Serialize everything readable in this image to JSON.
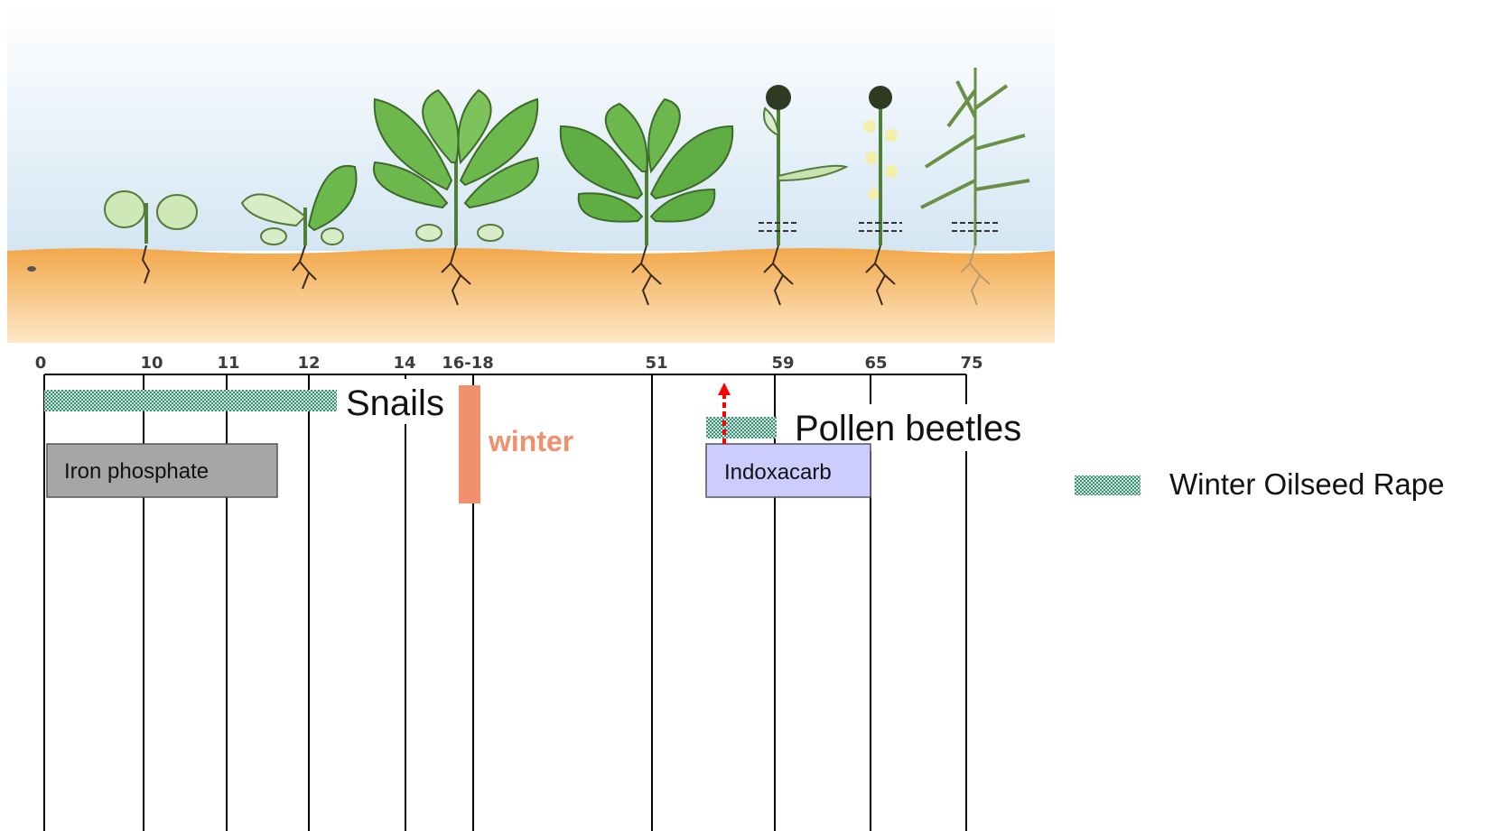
{
  "stages": [
    "0",
    "10",
    "11",
    "12",
    "14",
    "16-18",
    "51",
    "59",
    "65",
    "75"
  ],
  "pests": {
    "snails": "Snails",
    "pollen_beetles": "Pollen beetles"
  },
  "treatments": {
    "iron_phosphate": "Iron phosphate",
    "indoxacarb": "Indoxacarb"
  },
  "winter": {
    "label": "winter",
    "color": "#f0906c"
  },
  "legend": {
    "label": "Winter Oilseed Rape",
    "swatch_color": "#4f9a84"
  },
  "colors": {
    "sky_top": "#ffffff",
    "sky_bottom": "#d4e6f3",
    "soil_top": "#f2a84a",
    "soil_bottom": "#fbe3bf",
    "leaf": "#6cb84d",
    "iron_box": "#a6a6a6",
    "indox_box": "#ccccff",
    "arrow": "#ff0000"
  },
  "icons": [
    "plant-seed-icon",
    "plant-cotyledon-icon",
    "plant-two-leaf-icon",
    "plant-rosette-icon",
    "plant-large-rosette-icon",
    "plant-bud-icon",
    "plant-flowering-icon",
    "plant-pod-icon"
  ]
}
